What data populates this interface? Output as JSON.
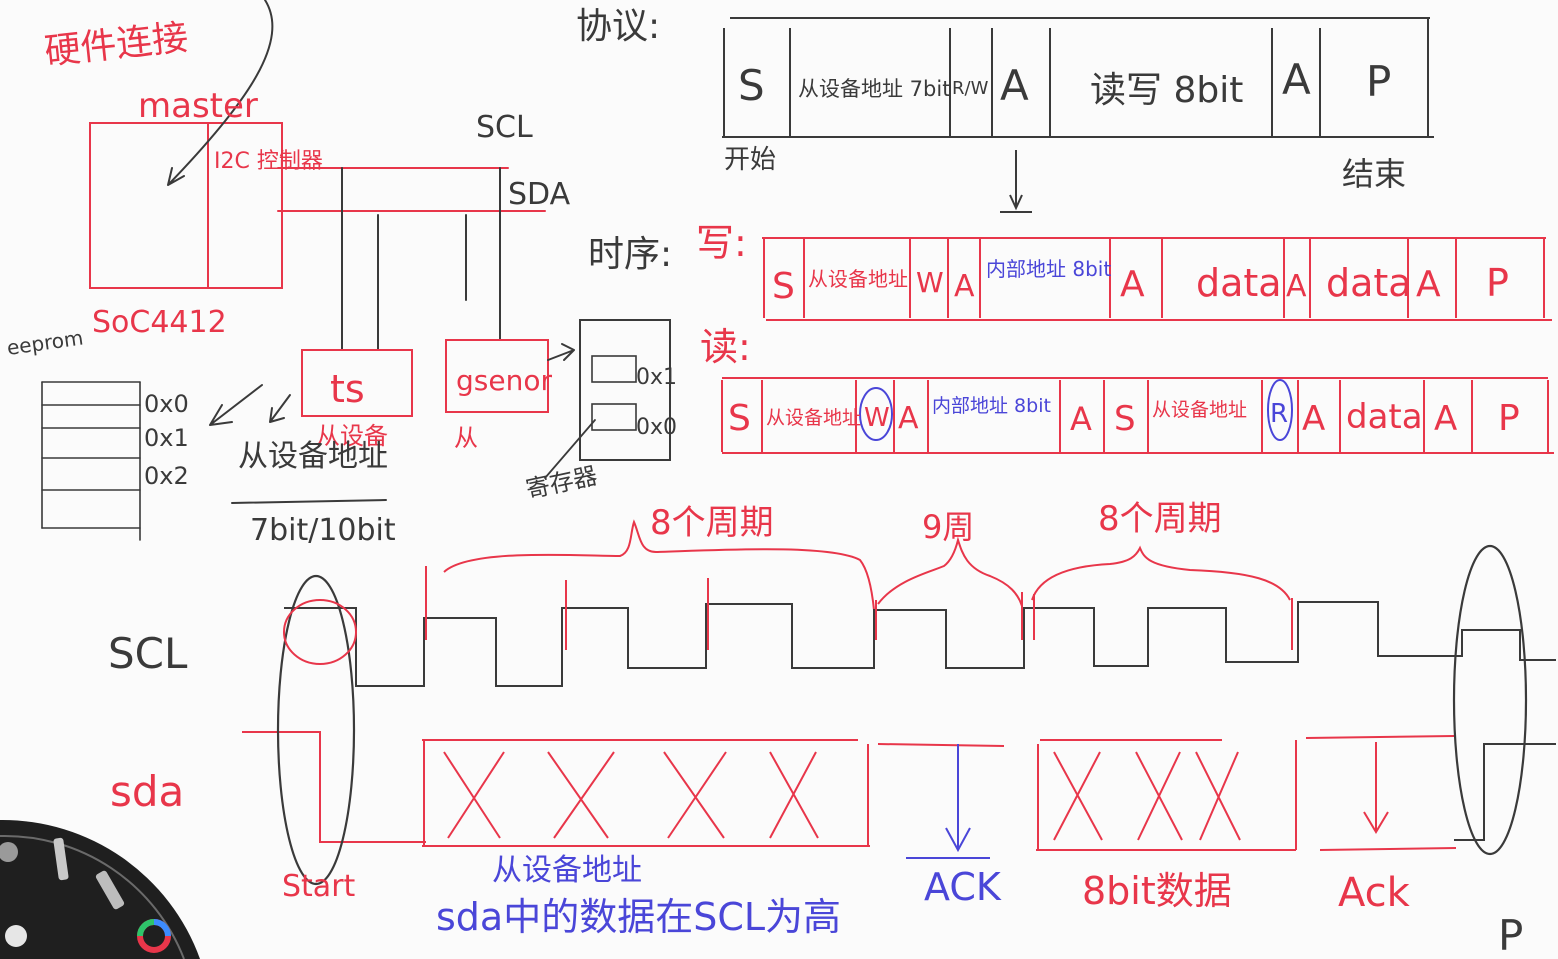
{
  "colors": {
    "ink": "#3a3a3a",
    "red": "#e8364a",
    "blue": "#4a46d8",
    "background": "#fbfbfb"
  },
  "hardware": {
    "title": "硬件连接",
    "master_label": "master",
    "controller_label": "I2C 控制器",
    "soc_label": "SoC4412",
    "scl_bus": "SCL",
    "sda_bus": "SDA",
    "slave_ts": "ts",
    "slave_ts_note": "从设备",
    "slave_gsensor": "gsenor",
    "slave_gsensor_note": "从",
    "register_note": "寄存器",
    "eeprom_label": "eeprom",
    "eeprom_addrs": [
      "0x0",
      "0x1",
      "0x2"
    ],
    "reg_addrs": [
      "0x1",
      "0x0"
    ],
    "slave_addr_note": "从设备地址",
    "addr_bits": "7bit/10bit"
  },
  "protocol": {
    "title": "协议:",
    "start_note": "开始",
    "end_note": "结束",
    "cells": [
      "S",
      "从设备地址 7bit",
      "R/W",
      "A",
      "读写 8bit",
      "A",
      "P"
    ]
  },
  "timing_seq": {
    "title": "时序:",
    "write_label": "写:",
    "read_label": "读:",
    "write_cells": [
      "S",
      "从设备地址",
      "W",
      "A",
      "内部地址 8bit",
      "A",
      "data",
      "A",
      "data",
      "A",
      "P"
    ],
    "read_cells": [
      "S",
      "从设备地址",
      "W",
      "A",
      "内部地址 8bit",
      "A",
      "S",
      "从设备地址",
      "R",
      "A",
      "data",
      "A",
      "P"
    ]
  },
  "waveform": {
    "scl_label": "SCL",
    "sda_label": "sda",
    "cycles_8": "8个周期",
    "cycle_9": "9周",
    "cycles_8b": "8个周期",
    "start_label": "Start",
    "addr_note": "从设备地址",
    "rule_note": "sda中的数据在SCL为高",
    "ack1": "ACK",
    "data_note": "8bit数据",
    "ack2": "Ack",
    "stop_label": "P"
  }
}
